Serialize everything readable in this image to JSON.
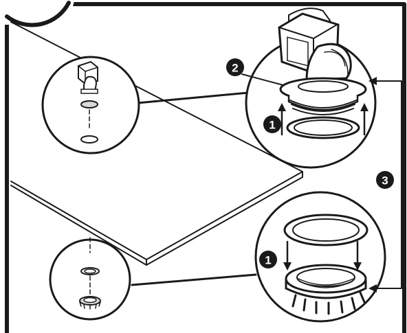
{
  "callouts": {
    "one_top": "1",
    "two": "2",
    "three": "3",
    "one_bottom": "1"
  },
  "colors": {
    "ink": "#1a1a1a",
    "background": "#ffffff",
    "light_fill": "#f2f2f2",
    "mid_fill": "#d9d9d9"
  }
}
